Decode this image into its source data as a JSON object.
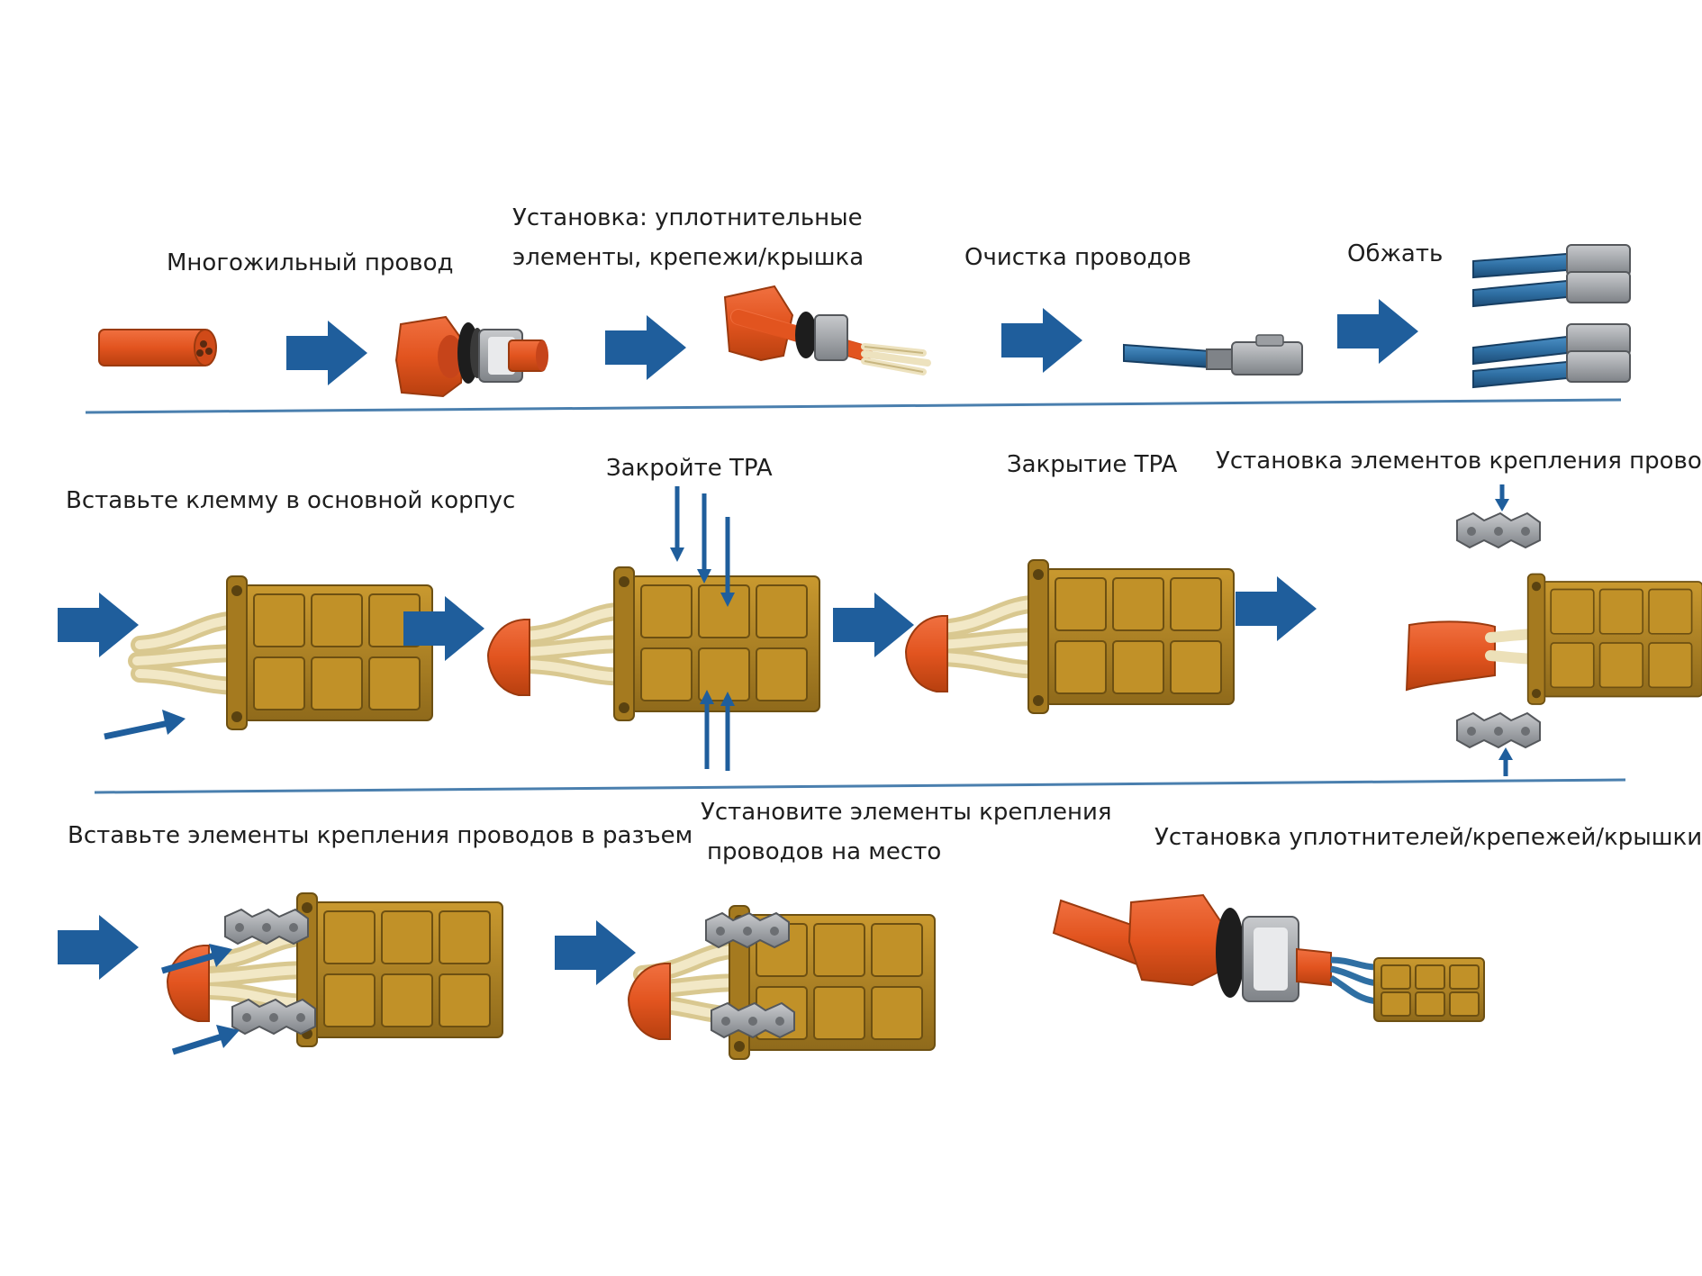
{
  "steps": {
    "row1": [
      {
        "label": "Многожильный провод"
      },
      {
        "label_line1": "Установка: уплотнительные",
        "label_line2": "элементы, крепежи/крышка"
      },
      {
        "label": "Очистка проводов"
      },
      {
        "label": "Обжать"
      }
    ],
    "row2": [
      {
        "label": "Вставьте клемму в основной корпус"
      },
      {
        "label": "Закройте TPA"
      },
      {
        "label": "Закрытие TPA"
      },
      {
        "label": "Установка элементов крепления проводов"
      }
    ],
    "row3": [
      {
        "label": "Вставьте элементы крепления проводов в разъем"
      },
      {
        "label_line1": "Установите элементы крепления",
        "label_line2": "проводов на место"
      },
      {
        "label": "Установка уплотнителей/крепежей/крышки"
      }
    ]
  },
  "colors": {
    "arrow": "#1f5e9c",
    "divider": "#4a7fae",
    "cable_orange": "#e2541f",
    "connector_gold": "#b28424",
    "wire_cream": "#ece0b8",
    "wire_blue": "#2f6fa3",
    "seal_gray": "#a7aaaf",
    "seal_black": "#222222"
  },
  "icons": [
    "flow-arrow-icon",
    "insert-arrow-icon"
  ]
}
